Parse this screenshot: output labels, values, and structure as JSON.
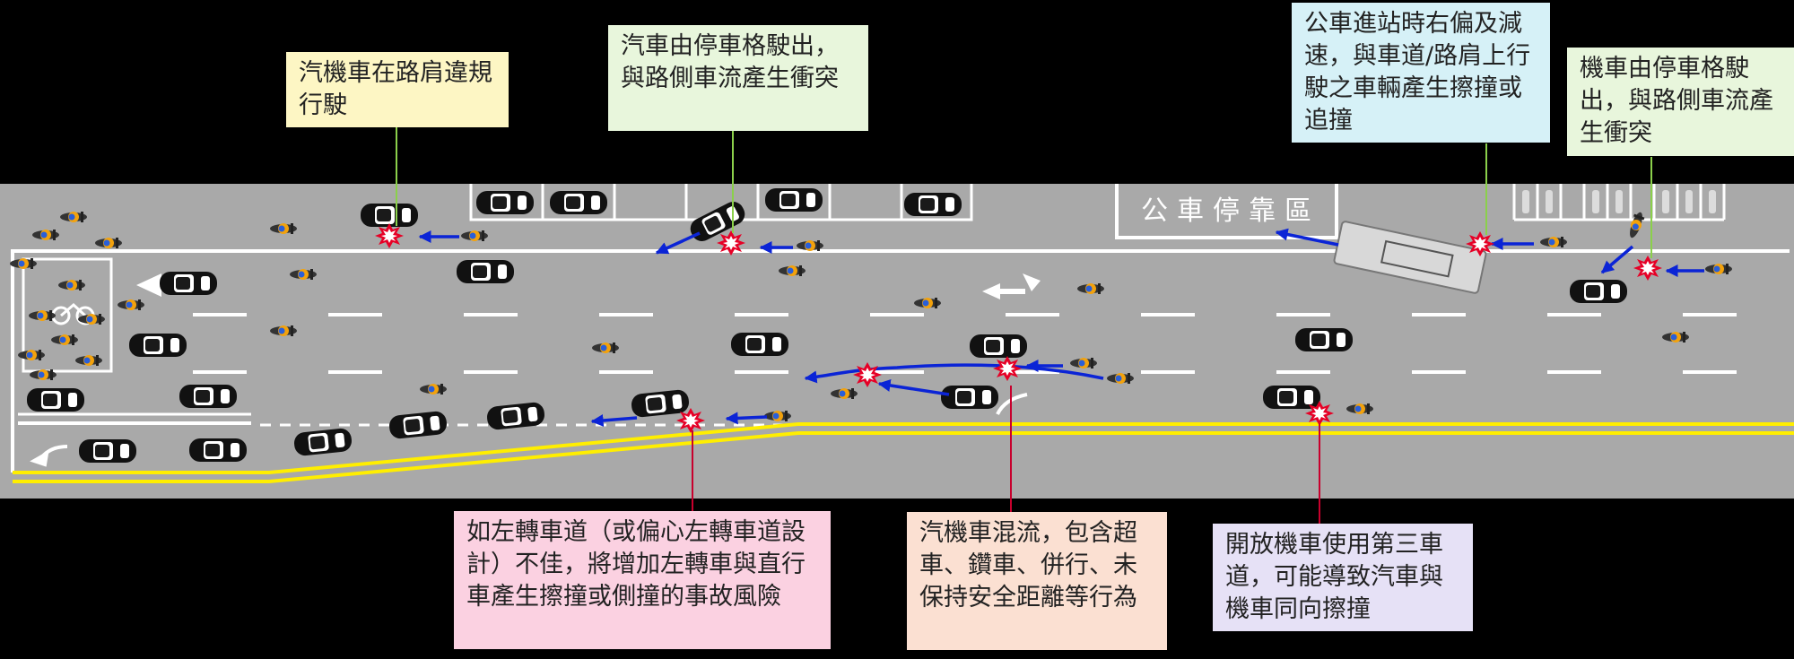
{
  "callouts": {
    "shoulder_driving": "汽機車在路肩違規行駛",
    "car_parking_exit": "汽車由停車格駛出，與路側車流產生衝突",
    "bus_stop_entry": "公車進站時右偏及減速，與車道/路肩上行駛之車輛產生擦撞或追撞",
    "moto_parking_exit": "機車由停車格駛出，與路側車流產生衝突",
    "left_turn_lane": "如左轉車道（或偏心左轉車道設計）不佳，將增加左轉車與直行車產生擦撞或側撞的事故風險",
    "mixed_traffic": "汽機車混流，包含超車、鑽車、併行、未保持安全距離等行為",
    "third_lane_moto": "開放機車使用第三車道，可能導致汽車與機車同向擦撞"
  },
  "road": {
    "bus_stop_label": [
      "公",
      "車",
      "停",
      "靠",
      "區"
    ]
  },
  "colors": {
    "background": "#000000",
    "road": "#a9a9a9",
    "lane_marking": "#ffffff",
    "double_yellow": "#ffee00",
    "arrow": "#0b24d6",
    "crash": "#e60026",
    "pointer_green": "#8bd04b",
    "pointer_red": "#c8002d"
  }
}
